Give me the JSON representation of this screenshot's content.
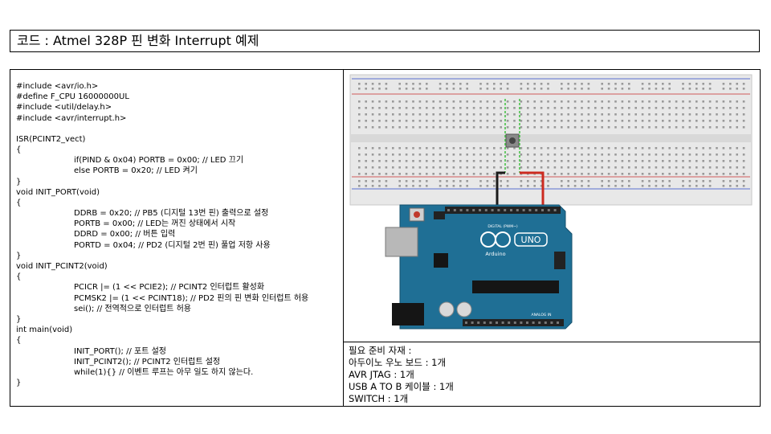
{
  "slide": {
    "title": "코드 : Atmel 328P 핀 변화 Interrupt 예제"
  },
  "code": {
    "lines": [
      {
        "text": "#include <avr/io.h>",
        "indent": 0
      },
      {
        "text": "#define F_CPU 16000000UL",
        "indent": 0
      },
      {
        "text": "#include <util/delay.h>",
        "indent": 0
      },
      {
        "text": "#include <avr/interrupt.h>",
        "indent": 0
      },
      {
        "text": "",
        "indent": 0
      },
      {
        "text": "ISR(PCINT2_vect)",
        "indent": 0
      },
      {
        "text": "{",
        "indent": 0
      },
      {
        "text": "if(PIND & 0x04) PORTB = 0x00; // LED 끄기",
        "indent": 1
      },
      {
        "text": "else PORTB = 0x20; // LED 켜기",
        "indent": 1
      },
      {
        "text": "}",
        "indent": 0
      },
      {
        "text": "void INIT_PORT(void)",
        "indent": 0
      },
      {
        "text": "{",
        "indent": 0
      },
      {
        "text": "DDRB = 0x20; // PB5 (디지털 13번 핀) 출력으로 설정",
        "indent": 1
      },
      {
        "text": "PORTB = 0x00; // LED는 꺼진 상태에서 시작",
        "indent": 1
      },
      {
        "text": "DDRD = 0x00; // 버튼 입력",
        "indent": 1
      },
      {
        "text": "PORTD = 0x04; // PD2 (디지털 2번 핀) 풀업 저항 사용",
        "indent": 1
      },
      {
        "text": "}",
        "indent": 0
      },
      {
        "text": "void INIT_PCINT2(void)",
        "indent": 0
      },
      {
        "text": "{",
        "indent": 0
      },
      {
        "text": "PCICR |= (1 << PCIE2); // PCINT2 인터럽트 활성화",
        "indent": 1
      },
      {
        "text": "PCMSK2 |= (1 << PCINT18); // PD2 핀의 핀 변화 인터럽트 허용",
        "indent": 1
      },
      {
        "text": "sei(); // 전역적으로 인터럽트 허용",
        "indent": 1
      },
      {
        "text": "}",
        "indent": 0
      },
      {
        "text": "int main(void)",
        "indent": 0
      },
      {
        "text": "{",
        "indent": 0
      },
      {
        "text": "INIT_PORT(); // 포트 설정",
        "indent": 1
      },
      {
        "text": "INIT_PCINT2(); // PCINT2 인터럽트 설정",
        "indent": 1
      },
      {
        "text": "while(1){} // 이벤트 루프는 아무 일도 하지 않는다.",
        "indent": 1
      },
      {
        "text": "}",
        "indent": 0
      }
    ]
  },
  "parts": {
    "lines": [
      "필요 준비 자재 :",
      "아두이노 우노 보드 : 1개",
      "AVR JTAG : 1개",
      "USB A TO B 케이블 : 1개",
      "SWITCH : 1개"
    ]
  },
  "board": {
    "brand": "UNO",
    "maker": "Arduino",
    "digital_label": "DIGITAL (PWM~)",
    "analog_label": "ANALOG IN",
    "colors": {
      "pcb": "#1f6f95",
      "breadboard": "#e6e6e6",
      "wire_red": "#cc2a1f",
      "wire_black": "#1a1a1a",
      "wire_green": "#3fbf3f"
    }
  }
}
